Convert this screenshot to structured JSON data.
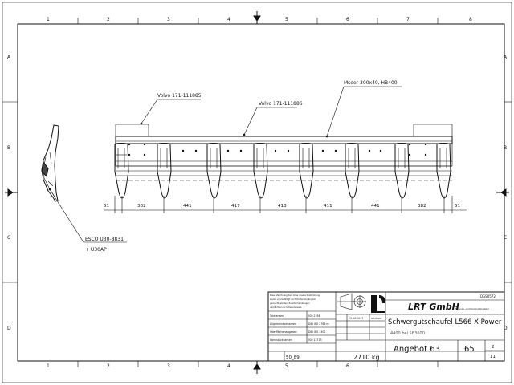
{
  "grid": {
    "columns": [
      "1",
      "2",
      "3",
      "4",
      "5",
      "6",
      "7",
      "8"
    ],
    "rows": [
      "A",
      "B",
      "C",
      "D"
    ]
  },
  "labels": {
    "tip1": "Volvo 171-111885",
    "tip2": "Volvo 171-111886",
    "blade": "Mseer 300x40, HB400",
    "tooth": "ESCO U30-8831",
    "tooth2": "+ U30AP"
  },
  "dimensions": [
    "51",
    "382",
    "441",
    "417",
    "413",
    "411",
    "441",
    "382",
    "51"
  ],
  "title_block": {
    "drawing_no": "DGS0572",
    "company": "LRT GmbH",
    "company_sub": "Planungs- und Konstruktionsbüro",
    "title": "Schwergutschaufel L566 X Power",
    "subtitle": "4400 bei SB3600",
    "date": "29.06.2017",
    "drawn_by": "reinhard",
    "offer": "Angebot 63",
    "sheet": "65",
    "sheet_index": "2",
    "sheet_total": "11",
    "weight": "2710 kg",
    "scale": "50_89",
    "note_lines": [
      "Diese Zeichnung darf ohne unsere Zustimmung",
      "weder vervielfältigt noch Dritten zugänglich",
      "gemacht werden. Zuwiderhandlungen",
      "verpflichten zu Schadenersatz."
    ],
    "fields": [
      {
        "label": "Toleranzen",
        "value": "ISO 2768"
      },
      {
        "label": "Allgemeintoleranzen",
        "value": "DIN ISO 2768 m"
      },
      {
        "label": "Oberflächenangaben",
        "value": "DIN ISO 1302"
      },
      {
        "label": "Werkstückkanten",
        "value": "ISO 13715"
      }
    ]
  }
}
